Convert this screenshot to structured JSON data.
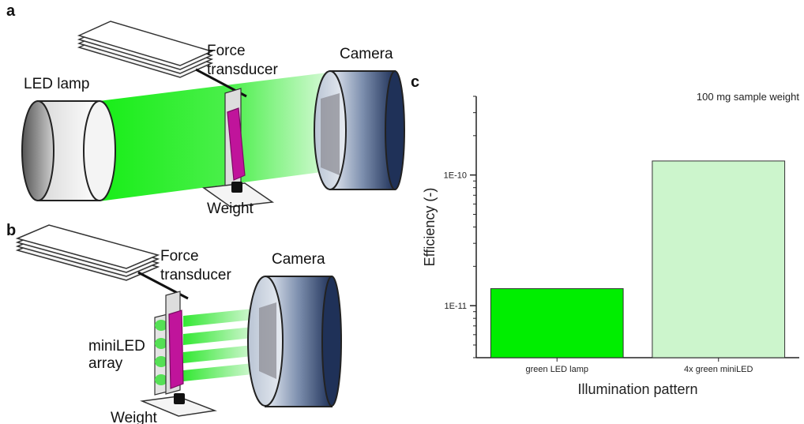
{
  "panels": {
    "a": {
      "letter": "a",
      "led_label": "LED lamp",
      "force_label_line1": "Force",
      "force_label_line2": "transducer",
      "camera_label": "Camera",
      "weight_label": "Weight"
    },
    "b": {
      "letter": "b",
      "force_label_line1": "Force",
      "force_label_line2": "transducer",
      "camera_label": "Camera",
      "array_label_line1": "miniLED",
      "array_label_line2": "array",
      "weight_label": "Weight"
    },
    "c": {
      "letter": "c"
    }
  },
  "colors": {
    "bright_green": "#00ee00",
    "pale_green": "#ccf5cc",
    "magenta": "#c0149b",
    "camera_dark": "#24385f"
  },
  "chart_data": {
    "type": "bar",
    "title": "100 mg sample weight",
    "xlabel": "Illumination pattern",
    "ylabel": "Efficiency (-)",
    "yscale": "log",
    "ylim": [
      4e-12,
      4e-10
    ],
    "yticks": [
      1e-11,
      1e-10
    ],
    "ytick_labels": [
      "1E-11",
      "1E-10"
    ],
    "categories": [
      "green LED lamp",
      "4x green miniLED"
    ],
    "values": [
      1.35e-11,
      1.28e-10
    ],
    "bar_colors": [
      "#00ee00",
      "#ccf5cc"
    ],
    "grid": false,
    "legend": "none"
  }
}
